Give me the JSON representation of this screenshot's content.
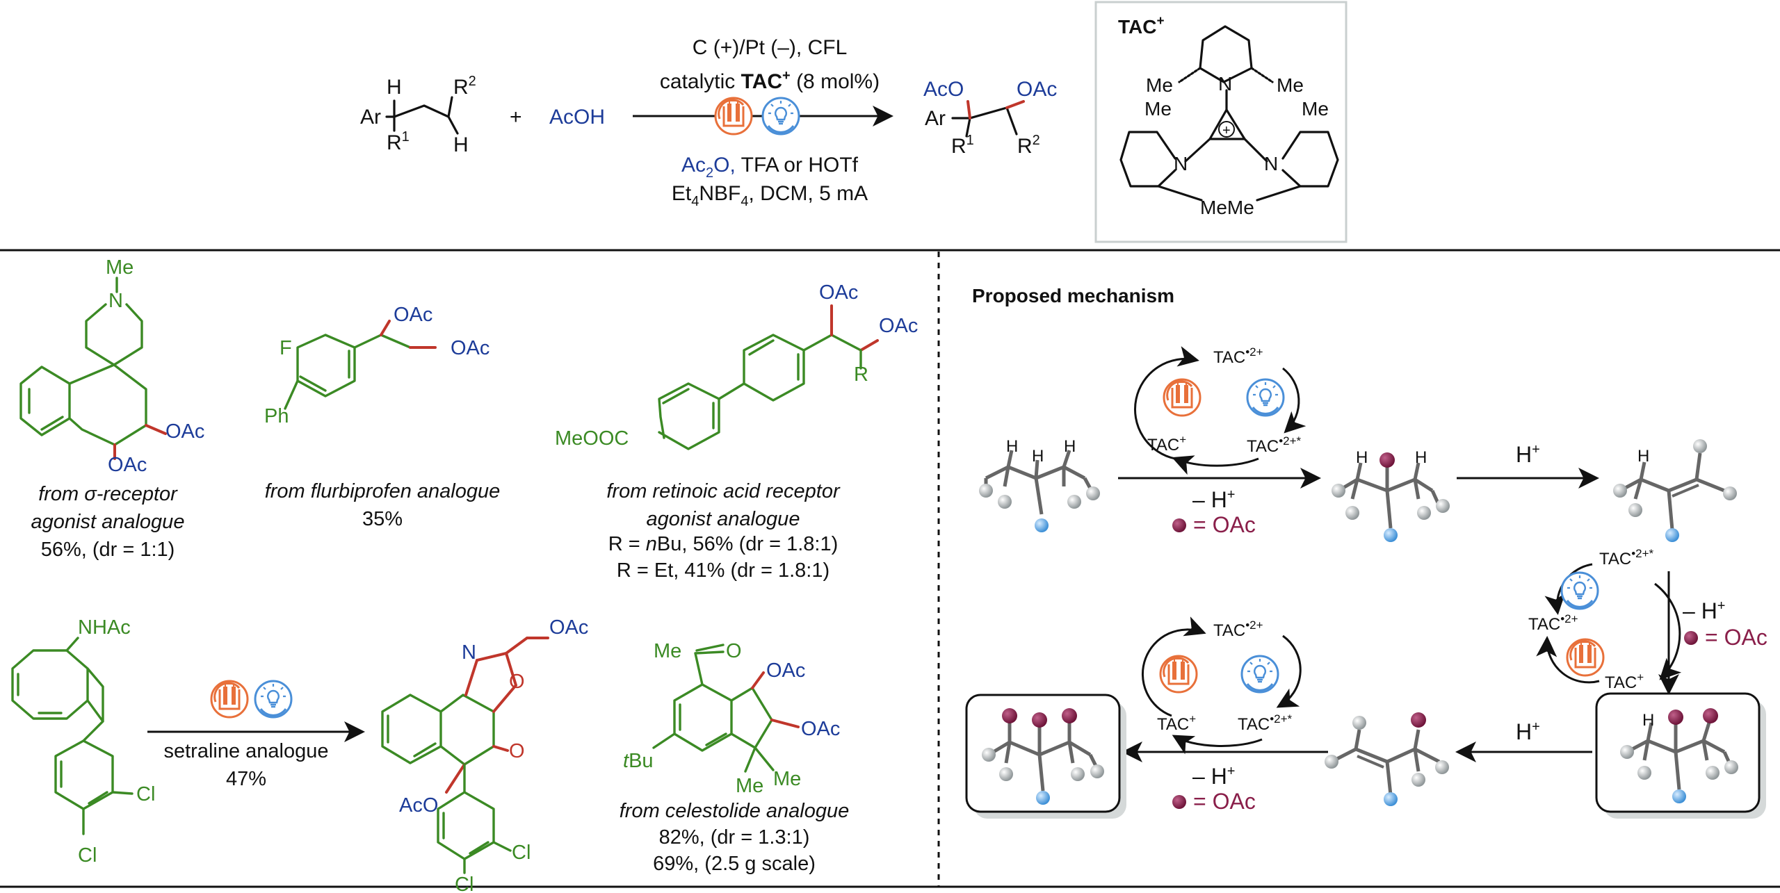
{
  "reaction": {
    "substrate_Ar": "Ar",
    "substrate_H1": "H",
    "substrate_R2": "R",
    "substrate_R2_sup": "2",
    "substrate_R1": "R",
    "substrate_R1_sup": "1",
    "substrate_H2": "H",
    "plus": "+",
    "reagent": "AcOH",
    "cond_line1": "C (+)/Pt (–), CFL",
    "cond_line2_a": "catalytic ",
    "cond_line2_b": "TAC",
    "cond_line2_sup": "+",
    "cond_line2_c": " (8 mol%)",
    "cond_line3_a": "Ac",
    "cond_line3_sub": "2",
    "cond_line3_b": "O,",
    "cond_line3_c": " TFA or HOTf",
    "cond_line4_a": "Et",
    "cond_line4_sub1": "4",
    "cond_line4_b": "NBF",
    "cond_line4_sub2": "4",
    "cond_line4_c": ", DCM, 5 mA",
    "product_AcO": "AcO",
    "product_OAc": "OAc",
    "product_Ar": "Ar",
    "product_R1": "R",
    "product_R1_sup": "1",
    "product_R2": "R",
    "product_R2_sup": "2"
  },
  "tac_box": {
    "label": "TAC",
    "label_sup": "+",
    "me_labels": [
      "Me",
      "Me",
      "Me",
      "Me",
      "Me",
      "Me"
    ],
    "n_labels": [
      "N",
      "N",
      "N"
    ],
    "memes": "MeMe",
    "plus": "+"
  },
  "scope": [
    {
      "atoms": {
        "me_top": "Me",
        "n": "N",
        "oac1": "OAc",
        "oac2": "OAc"
      },
      "caption_1": "from σ-receptor",
      "caption_2": "agonist analogue",
      "caption_3": "56%, (dr = 1:1)"
    },
    {
      "atoms": {
        "f": "F",
        "ph": "Ph",
        "oac1": "OAc",
        "oac2": "OAc"
      },
      "caption_1": "from flurbiprofen analogue",
      "caption_2": "35%"
    },
    {
      "atoms": {
        "meooc": "MeOOC",
        "oac1": "OAc",
        "oac2": "OAc",
        "r": "R"
      },
      "caption_1": "from retinoic acid receptor",
      "caption_2": "agonist analogue",
      "caption_3_a": "R = ",
      "caption_3_b": "n",
      "caption_3_c": "Bu, 56% (dr = 1.8:1)",
      "caption_4": "R = Et, 41% (dr = 1.8:1)"
    },
    {
      "atoms": {
        "nhac": "NHAc",
        "cl1": "Cl",
        "cl2": "Cl"
      },
      "arrow_label_1": "setraline analogue",
      "arrow_label_2": "47%",
      "product_atoms": {
        "n": "N",
        "o": "O",
        "oac": "OAc",
        "o2": "O",
        "aco": "AcO",
        "cl1": "Cl",
        "cl2": "Cl"
      }
    },
    {
      "atoms": {
        "me": "Me",
        "o": "O",
        "oac1": "OAc",
        "oac2": "OAc",
        "tbu_t": "t",
        "tbu": "Bu",
        "me2": "Me",
        "me3": "Me"
      },
      "caption_1": "from celestolide analogue",
      "caption_2": "82%, (dr = 1.3:1)",
      "caption_3": "69%, (2.5 g scale)"
    }
  ],
  "mechanism": {
    "title": "Proposed mechanism",
    "tac_plus": "TAC",
    "tac_plus_sup": "+",
    "tac_2plus": "TAC",
    "tac_2plus_sup": "•2+",
    "tac_2plus_star_sup": "•2+*",
    "h": "H",
    "h_plus": "H",
    "h_plus_sup": "+",
    "minus_h": "– H",
    "minus_h_sup": "+",
    "eq_oac": "= OAc"
  },
  "colors": {
    "green": "#3b8a24",
    "blue": "#1d3c99",
    "red_bond": "#c0362b",
    "orange_icon": "#e8703a",
    "blue_icon": "#4a8fd8",
    "plum_dot": "#8a1f4a",
    "box_grey": "#c9cfcf"
  },
  "icons": [
    "electrode-icon",
    "lightbulb-icon"
  ]
}
